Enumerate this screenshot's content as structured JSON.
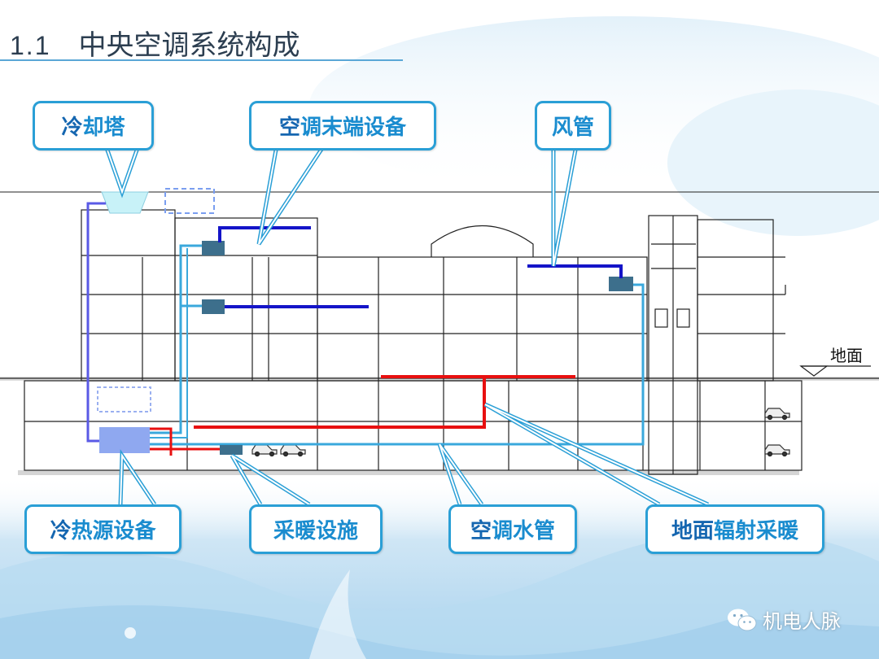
{
  "title": {
    "number": "1.1",
    "text": "中央空调系统构成"
  },
  "callouts": {
    "cooling_tower": {
      "lead": "冷",
      "rest": "却塔"
    },
    "terminal": {
      "lead": "空",
      "rest": "调末端设备"
    },
    "duct": {
      "lead": "",
      "rest": "风管"
    },
    "source": {
      "lead": "冷",
      "rest": "热源设备"
    },
    "heating": {
      "lead": "",
      "rest": "采暖设施"
    },
    "water_pipe": {
      "lead": "空",
      "rest": "调水管"
    },
    "floor_heating": {
      "lead": "地面",
      "rest": "辐射采暖"
    }
  },
  "ground_label": "地面",
  "brand": "机电人脉",
  "colors": {
    "accent": "#2a9fd6",
    "cold_duct": "#1414c8",
    "chilled_water": "#3aa8dc",
    "hot_water": "#e81010",
    "equipment": "#3d6f8c",
    "source_box": "#8fa8f0",
    "tower": "#c8f2f8",
    "condenser": "#5a5ae6"
  }
}
